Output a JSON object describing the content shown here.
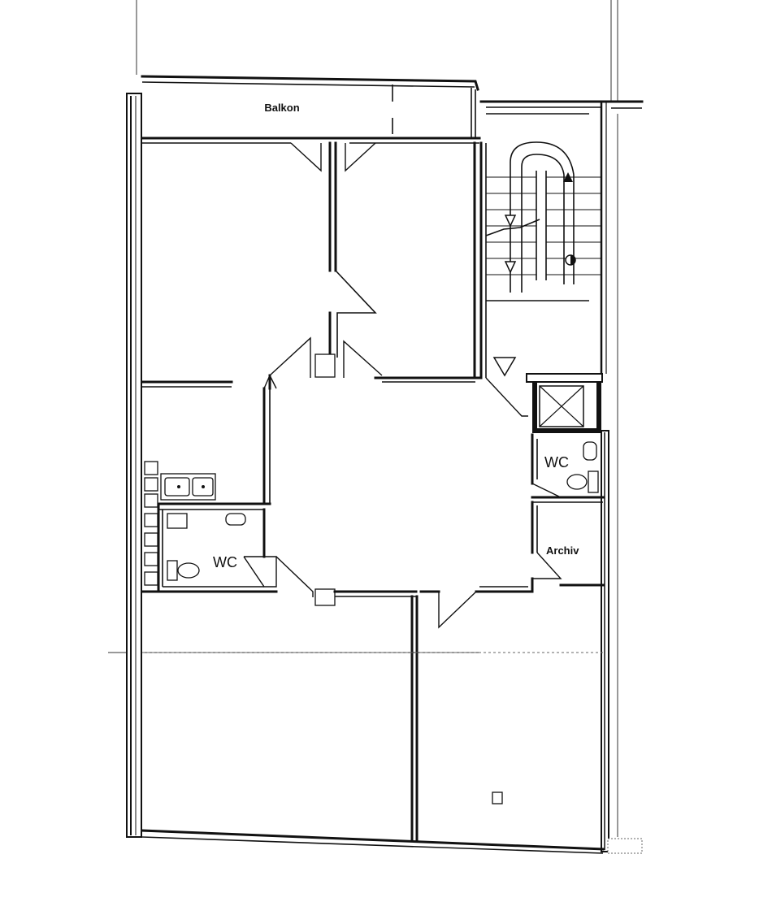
{
  "plan": {
    "rooms": {
      "balcony": "Balkon",
      "wc_right": "WC",
      "wc_left": "WC",
      "archive": "Archiv"
    }
  }
}
